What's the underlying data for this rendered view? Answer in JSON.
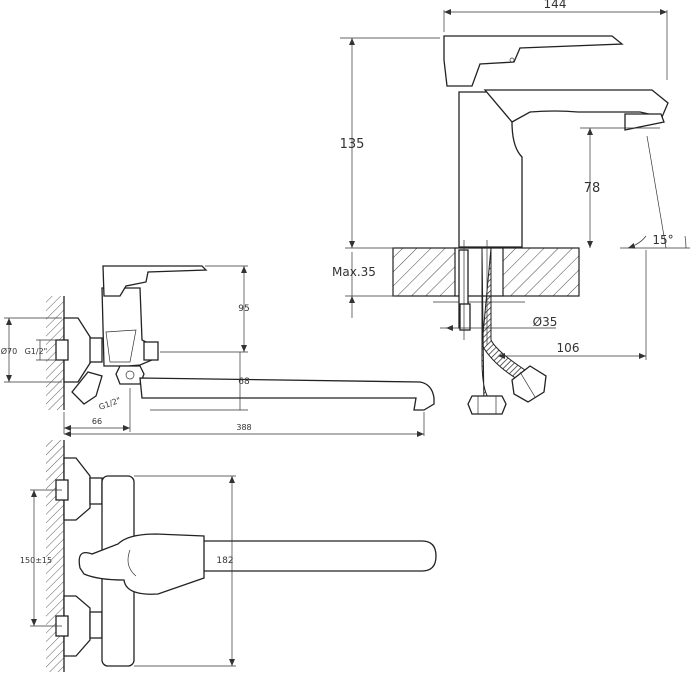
{
  "basin_mixer": {
    "width_label": "144",
    "height_label": "135",
    "spout_clearance_label": "78",
    "angle_label": "15°",
    "max_thickness_label": "Max.35",
    "hole_diameter_label": "Ø35",
    "reach_label": "106"
  },
  "bath_mixer_side": {
    "height_label": "95",
    "flange_diameter_label": "Ø70",
    "thread_label": "G1/2\"",
    "outlet_thread_label": "G1/2\"",
    "spout_height_label": "68",
    "wall_offset_label": "66",
    "spout_length_label": "388"
  },
  "bath_mixer_front": {
    "center_distance_label": "150±15",
    "spout_width_label": "182"
  },
  "colors": {
    "line": "#222222",
    "text": "#333333",
    "background": "#ffffff"
  }
}
